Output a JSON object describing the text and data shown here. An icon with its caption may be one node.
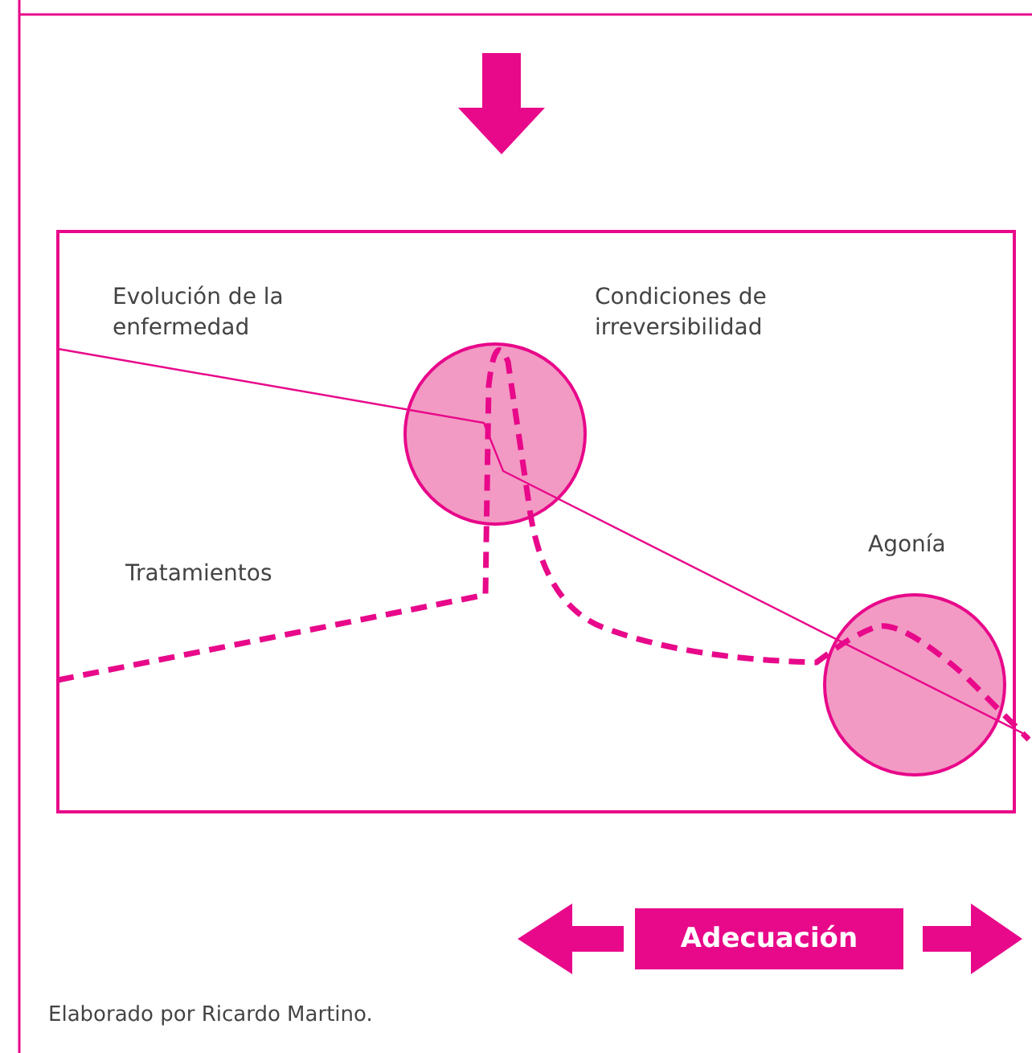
{
  "diagram": {
    "caption": "Elaborado por Ricardo Martino.",
    "nodes": [
      {
        "text": [],
        "shape": "box"
      },
      {
        "text": [],
        "shape": "circle",
        "in": 0
      },
      {
        "text": [],
        "shape": "circle",
        "in": 0
      },
      {
        "text": [
          "Adecuación"
        ]
      }
    ],
    "labels": [
      "Evolución de la enfermedad",
      "Condiciones de irreversibilidad",
      "Tratamientos",
      "Agonía"
    ]
  }
}
